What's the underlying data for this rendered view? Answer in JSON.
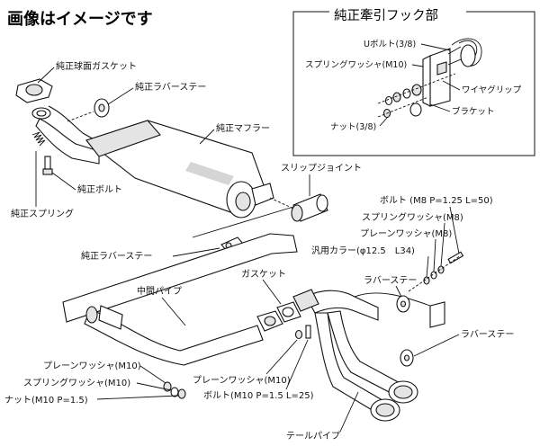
{
  "header": {
    "title": "画像はイメージです"
  },
  "inset": {
    "title": "純正牽引フック部",
    "labels": {
      "u_bolt": "Uボルト(3/8)",
      "spring_washer_m10": "スプリングワッシャ(M10)",
      "wire_grip": "ワイヤグリップ",
      "bracket": "ブラケット",
      "nut_3_8": "ナット(3/8)"
    }
  },
  "labels": {
    "oem_gasket": "純正球面ガスケット",
    "oem_rubber_stay_top": "純正ラバーステー",
    "oem_muffler": "純正マフラー",
    "oem_bolt": "純正ボルト",
    "oem_spring": "純正スプリング",
    "slip_joint": "スリップジョイント",
    "bolt_m8": "ボルト (M8 P=1.25 L=50)",
    "spring_washer_m8": "スプリングワッシャ(M8)",
    "plain_washer_m8": "プレーンワッシャ(M8)",
    "collar": "汎用カラー(φ12.5　L34)",
    "oem_rubber_stay_mid": "純正ラバーステー",
    "rubber_stay_right": "ラバーステー",
    "gasket": "ガスケット",
    "middle_pipe": "中間パイプ",
    "rubber_stay_lower": "ラバーステー",
    "plain_washer_m10_left": "プレーンワッシャ(M10)",
    "spring_washer_m10_left": "スプリングワッシャ(M10)",
    "nut_m10": "ナット(M10 P=1.5)",
    "plain_washer_m10_center": "プレーンワッシャ(M10)",
    "bolt_m10": "ボルト(M10 P=1.5 L=25)",
    "tail_pipe": "テールパイプ"
  }
}
